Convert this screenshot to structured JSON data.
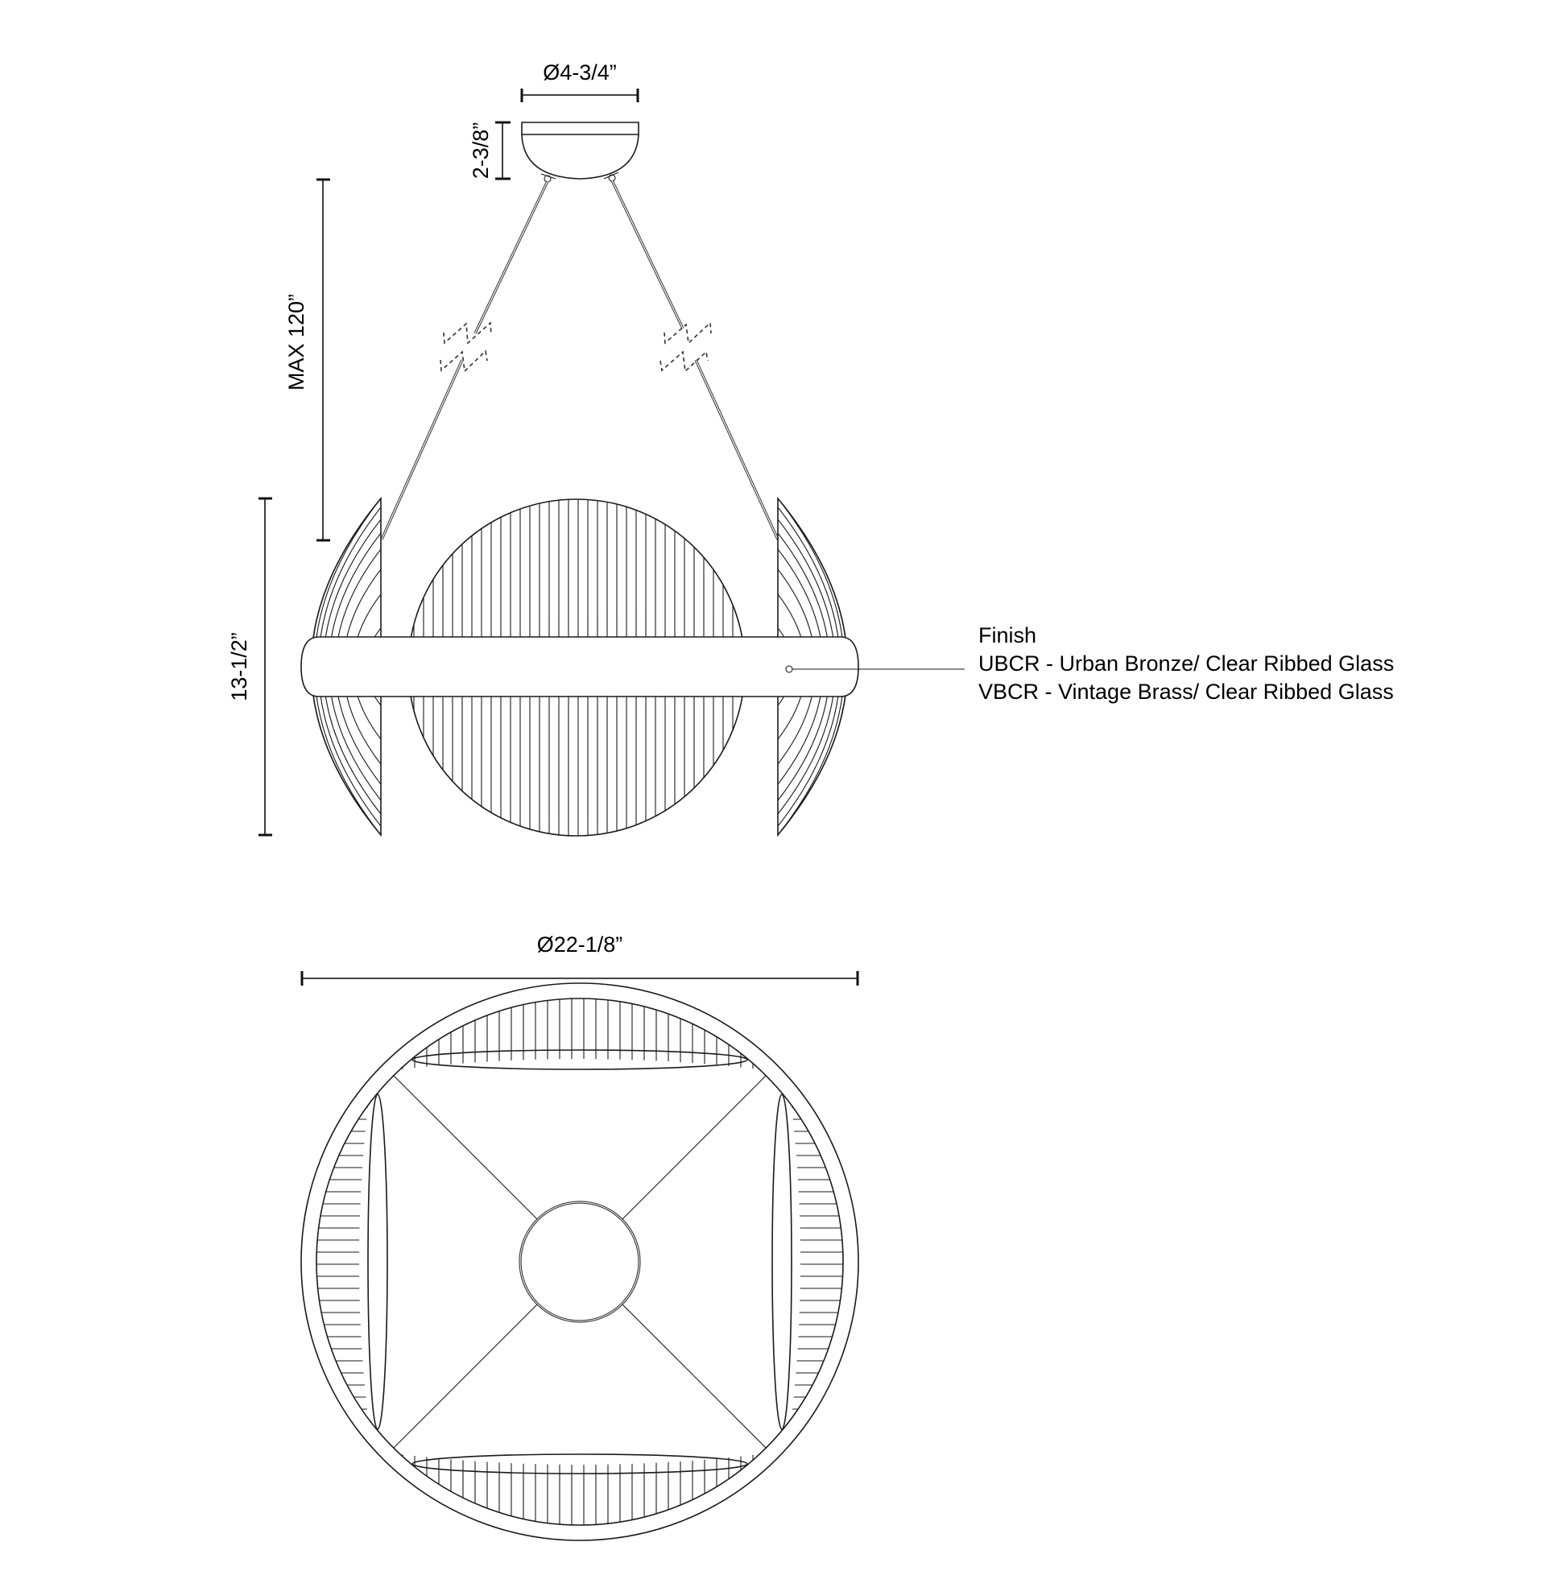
{
  "drawing": {
    "type": "pendant light specification drawing",
    "elevation_view": {
      "canopy_diameter": "Ø4-3/4”",
      "canopy_height": "2-3/8”",
      "max_length": "MAX 120”",
      "fixture_height": "13-1/2”"
    },
    "plan_view": {
      "fixture_diameter": "Ø22-1/8”"
    },
    "finish": {
      "heading": "Finish",
      "options": [
        "UBCR - Urban Bronze/ Clear Ribbed Glass",
        "VBCR - Vintage Brass/ Clear Ribbed Glass"
      ]
    },
    "colors": {
      "line": "#1a1a1a",
      "background": "#ffffff"
    }
  }
}
